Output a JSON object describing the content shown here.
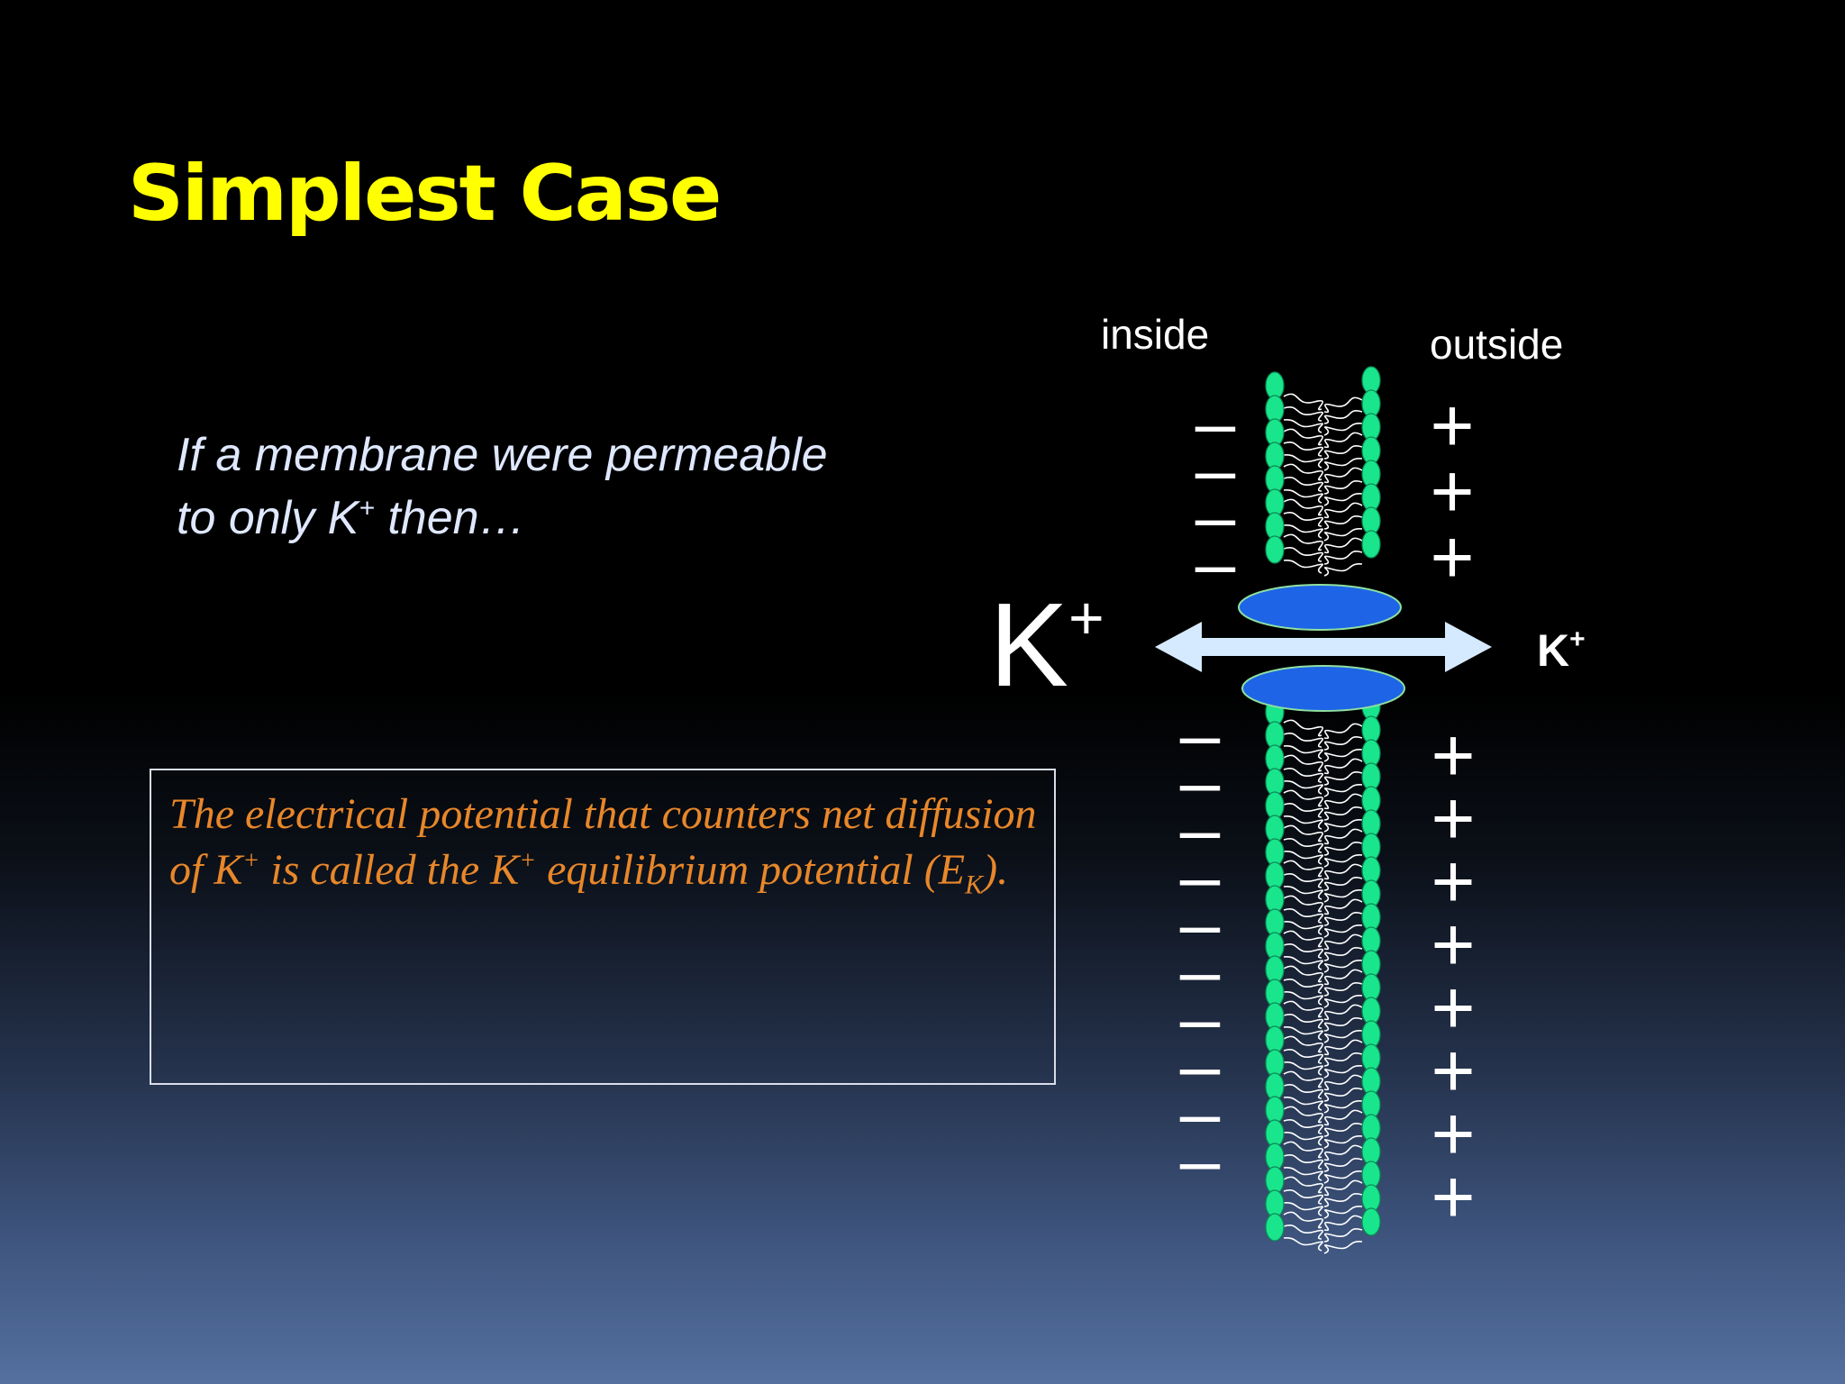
{
  "slide": {
    "title": "Simplest Case",
    "intro": {
      "line1": "If a membrane were permeable",
      "line2_prefix": "to only K",
      "line2_sup": "+",
      "line2_suffix": " then…"
    },
    "definition": {
      "part1": "The electrical potential that counters net diffusion of K",
      "sup1": "+",
      "part2": " is called the K",
      "sup2": "+",
      "part3": " equilibrium potential (E",
      "sub": "K",
      "part4": ")."
    },
    "colors": {
      "title": "#ffff00",
      "definition_text": "#e8872a",
      "lipid_head": "#19e68c",
      "channel_protein": "#1e64e6",
      "arrow": "#d6eaff"
    }
  },
  "diagram": {
    "inside_label": "inside",
    "outside_label": "outside",
    "ion_left": "K",
    "ion_left_sup": "+",
    "ion_right": "K",
    "ion_right_sup": "+",
    "negative_sign": "–",
    "positive_sign": "+",
    "inside_charges_upper": 4,
    "outside_charges_upper": 3,
    "inside_charges_lower": 10,
    "outside_charges_lower": 8,
    "icons": [
      "lipid-bilayer",
      "ion-channel",
      "double-headed-arrow"
    ]
  }
}
